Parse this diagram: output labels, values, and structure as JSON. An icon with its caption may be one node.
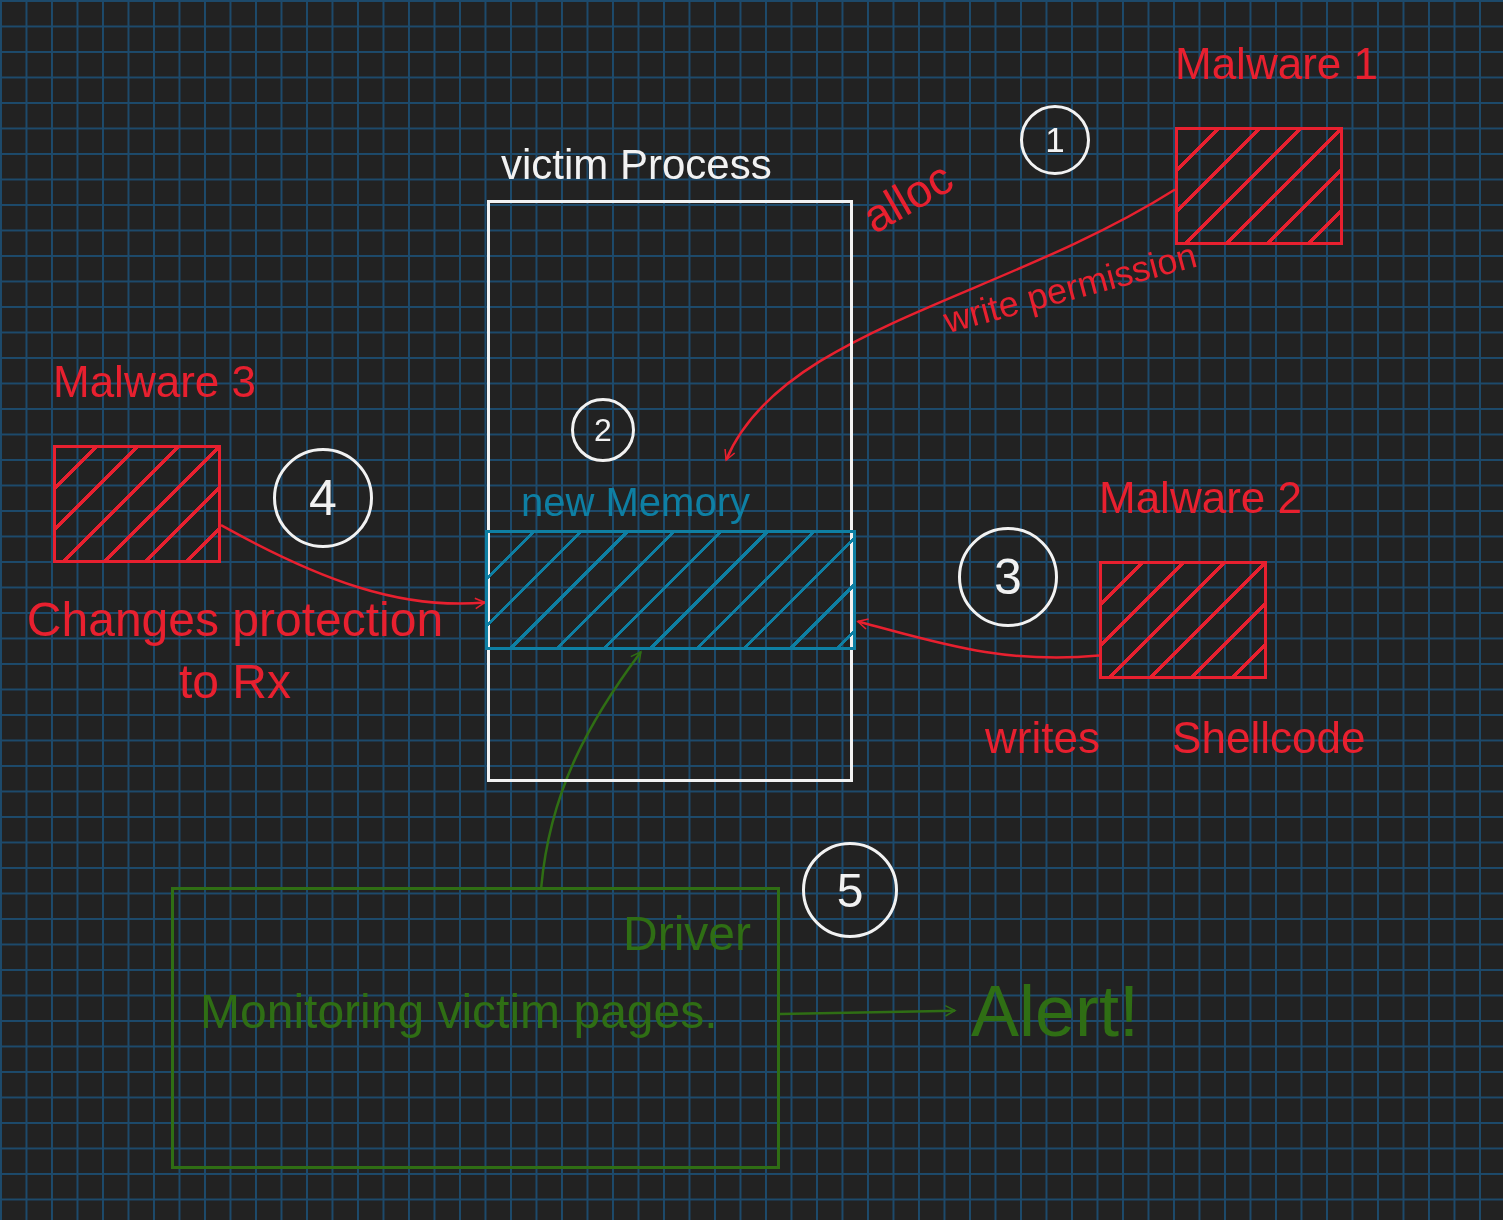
{
  "diagram": {
    "nodes": [
      {
        "text": [
          "victim Process"
        ]
      },
      {
        "text": [
          "new Memory"
        ],
        "in": 0
      },
      {
        "text": [
          "Malware 1"
        ]
      },
      {
        "text": [
          "Malware 2"
        ],
        "beside": [
          "writes Shellcode"
        ]
      },
      {
        "text": [
          "Malware 3"
        ],
        "beside": [
          "Changes protection to Rx"
        ]
      },
      {
        "text": [
          "Driver",
          "Monitoring victim pages."
        ]
      },
      {
        "text": [
          "Alert!"
        ]
      },
      {
        "text": [
          "1"
        ]
      },
      {
        "text": [
          "2"
        ],
        "in": 0
      },
      {
        "text": [
          "3"
        ]
      },
      {
        "text": [
          "4"
        ]
      },
      {
        "text": [
          "5"
        ]
      }
    ],
    "edges": [
      {
        "from": 2,
        "to": 1,
        "arrow": "to",
        "label": "alloc"
      },
      {
        "from": 3,
        "to": 1,
        "arrow": "to"
      },
      {
        "from": 4,
        "to": 1,
        "arrow": "to"
      },
      {
        "from": 5,
        "to": 1,
        "arrow": "to",
        "color": "#2f6e14"
      },
      {
        "from": 5,
        "to": 6,
        "arrow": "to",
        "color": "#2f6e14"
      }
    ],
    "labels": [
      "write permission"
    ]
  }
}
